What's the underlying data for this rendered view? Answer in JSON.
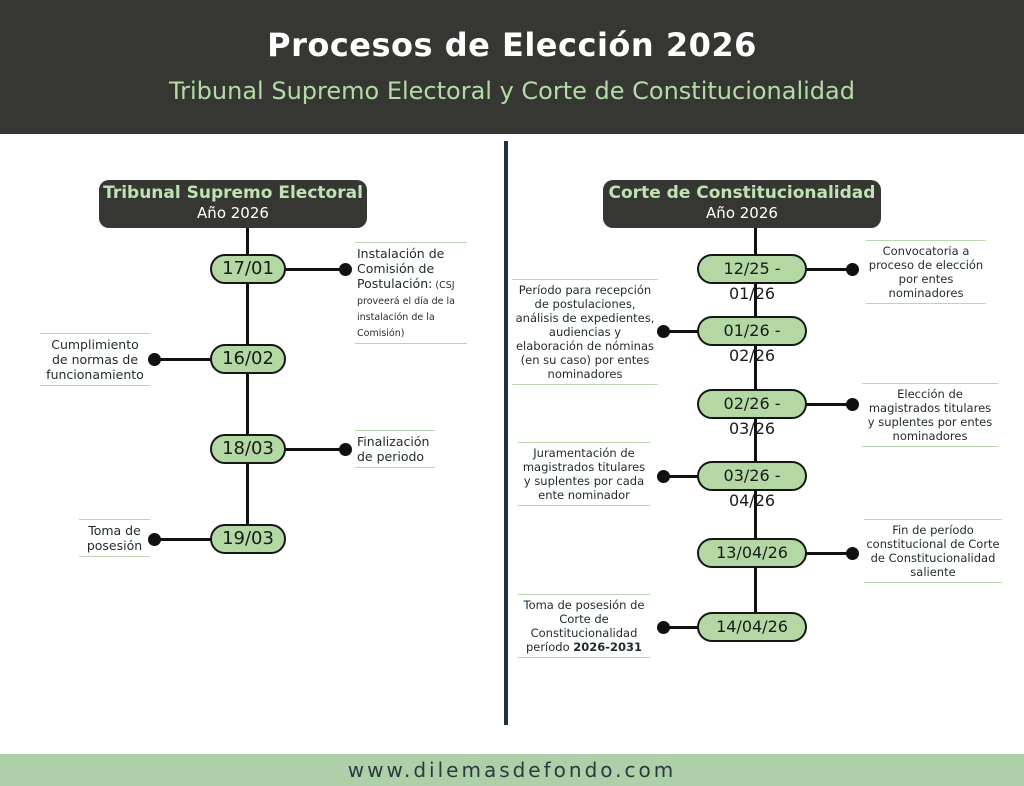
{
  "header": {
    "title": "Procesos de Elección 2026",
    "subtitle": "Tribunal Supremo Electoral y Corte de Constitucionalidad"
  },
  "tse": {
    "title": "Tribunal Supremo Electoral",
    "year": "Año 2026",
    "events": [
      {
        "date": "17/01",
        "label_1": "Instalación de",
        "label_2": "Comisión de",
        "label_3": "Postulación:",
        "label_3b": " (CSJ",
        "label_4": "proveerá el día de la",
        "label_5": "instalación de la",
        "label_6": "Comisión)"
      },
      {
        "date": "16/02",
        "label_1": "Cumplimiento",
        "label_2": "de normas de",
        "label_3": "funcionamiento"
      },
      {
        "date": "18/03",
        "label_1": "Finalización",
        "label_2": "de periodo"
      },
      {
        "date": "19/03",
        "label_1": "Toma de",
        "label_2": "posesión"
      }
    ]
  },
  "cc": {
    "title": "Corte de Constitucionalidad",
    "year": "Año 2026",
    "events": [
      {
        "date": "12/25 - 01/26",
        "label": "Convocatoria a proceso de elección por entes nominadores"
      },
      {
        "date": "01/26 - 02/26",
        "label": "Período para recepción de postulaciones, análisis de expedientes, audiencias y elaboración de nóminas (en su caso) por entes nominadores"
      },
      {
        "date": "02/26 - 03/26",
        "label": "Elección de magistrados titulares y suplentes por entes nominadores"
      },
      {
        "date": "03/26 - 04/26",
        "label": "Juramentación de magistrados titulares y suplentes por cada ente nominador"
      },
      {
        "date": "13/04/26",
        "label": "Fin de período constitucional de Corte de Constitucionalidad saliente"
      },
      {
        "date": "14/04/26",
        "label_a": "Toma de posesión de Corte de Constitucionalidad período ",
        "label_b": "2026-2031"
      }
    ]
  },
  "footer": {
    "url": "www.dilemasdefondo.com"
  },
  "colors": {
    "header_bg": "#363733",
    "accent_green": "#b3d8a4",
    "subtitle_green": "#b3dba6",
    "divider": "#1d3046",
    "footer_bg": "#aed0a8"
  }
}
